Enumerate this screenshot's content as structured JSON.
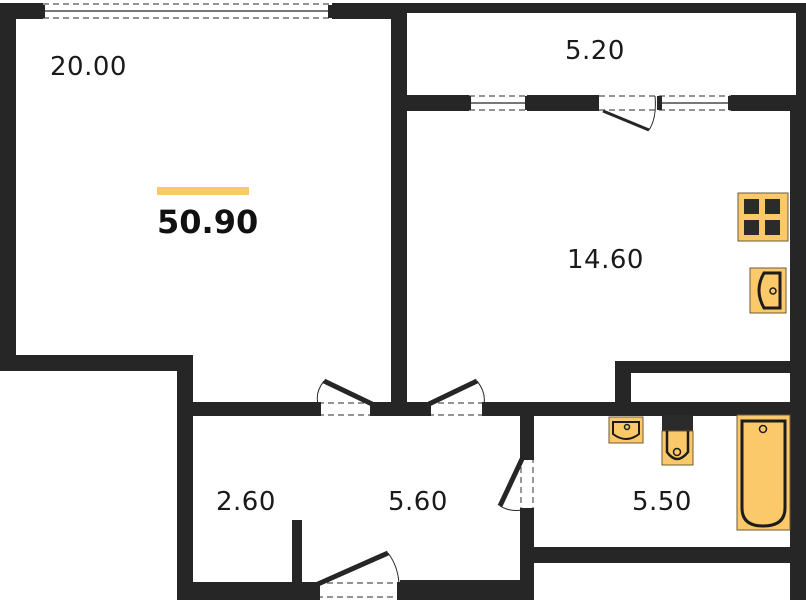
{
  "plan": {
    "total_area": "50.90",
    "accent_color": "#fcc96a",
    "wall_color": "#262626",
    "rooms": [
      {
        "id": "living-room",
        "area": "20.00"
      },
      {
        "id": "balcony",
        "area": "5.20"
      },
      {
        "id": "kitchen",
        "area": "14.60"
      },
      {
        "id": "closet",
        "area": "2.60"
      },
      {
        "id": "hallway",
        "area": "5.60"
      },
      {
        "id": "bathroom",
        "area": "5.50"
      }
    ],
    "fixtures": [
      "stove-icon",
      "kitchen-sink-icon",
      "bathroom-sink-icon",
      "toilet-icon",
      "bathtub-icon"
    ]
  }
}
